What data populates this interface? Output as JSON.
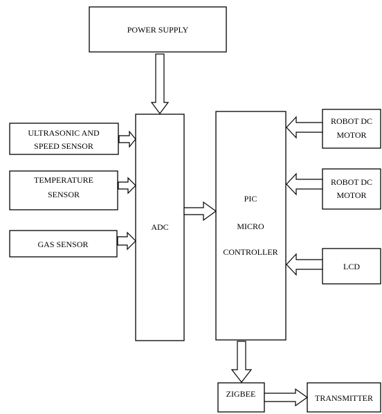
{
  "blocks": {
    "power_supply": "POWER SUPPLY",
    "ultrasonic_line1": "ULTRASONIC AND",
    "ultrasonic_line2": "SPEED SENSOR",
    "temperature_line1": "TEMPERATURE",
    "temperature_line2": "SENSOR",
    "gas_sensor": "GAS SENSOR",
    "adc": "ADC",
    "pic_line1": "PIC",
    "pic_line2": "MICRO",
    "pic_line3": "CONTROLLER",
    "motor1_line1": "ROBOT DC",
    "motor1_line2": "MOTOR",
    "motor2_line1": "ROBOT DC",
    "motor2_line2": "MOTOR",
    "lcd": "LCD",
    "zigbee": "ZIGBEE",
    "transmitter": "TRANSMITTER"
  }
}
